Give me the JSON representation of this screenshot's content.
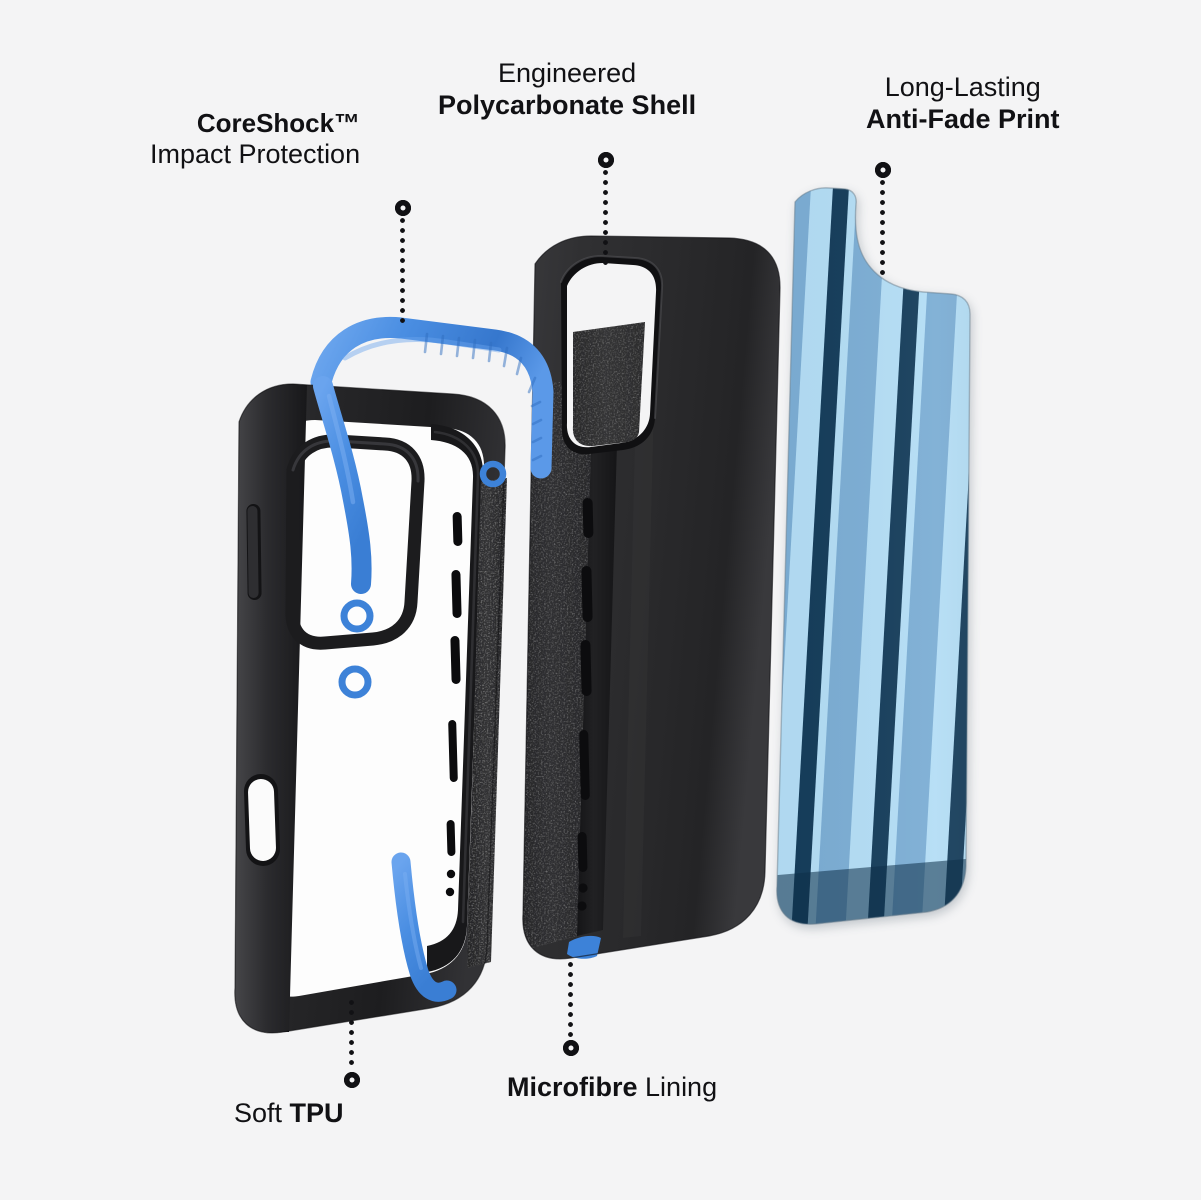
{
  "scene": {
    "title": "Phone case exploded component view",
    "background_color": "#f4f4f5"
  },
  "callouts": [
    {
      "id": "coreshock",
      "line_1": "CoreShock™",
      "line_1_weight": "bold",
      "line_2": "Impact Protection",
      "line_2_weight": "regular",
      "align": "right",
      "marker_position": "top",
      "points_to": "tpu-bumper-blue-ribbon"
    },
    {
      "id": "shell",
      "line_1": "Engineered",
      "line_1_weight": "regular",
      "line_2": "Polycarbonate Shell",
      "line_2_weight": "bold",
      "align": "center",
      "marker_position": "top",
      "points_to": "polycarbonate-shell"
    },
    {
      "id": "print",
      "line_1": "Long-Lasting",
      "line_1_weight": "regular",
      "line_2": "Anti-Fade Print",
      "line_2_weight": "bold",
      "align": "center",
      "marker_position": "top",
      "points_to": "printed-back-panel"
    },
    {
      "id": "tpu",
      "line_1_plain": "Soft ",
      "line_1_bold": "TPU",
      "align": "left",
      "marker_position": "bottom",
      "points_to": "tpu-bumper"
    },
    {
      "id": "microfibre",
      "line_1_bold": "Microfibre",
      "line_1_plain": " Lining",
      "align": "left",
      "marker_position": "bottom",
      "points_to": "microfibre-lining"
    }
  ],
  "colors": {
    "background": "#f4f4f5",
    "text": "#111114",
    "leader_line": "#111114",
    "tpu_blue": "#4a8ee2",
    "tpu_blue_dark": "#2f6dc0",
    "tpu_blue_light": "#6ba6ee",
    "bumper_black": "#1d1d1f",
    "bumper_black_light": "#3a3a3d",
    "shell_black": "#2b2b2d",
    "shell_black_dark": "#1a1a1c",
    "microfibre": "#2e2e30",
    "print_light_blue": "#b3ddf5",
    "print_mid_blue": "#7badd4",
    "print_navy": "#143c5a"
  },
  "parts": [
    {
      "id": "tpu-bumper",
      "name": "Soft TPU bumper frame",
      "features": [
        "blue impact ribbon",
        "camera cutout rim",
        "side button cutouts",
        "mute switch cutout",
        "blue accent rings"
      ]
    },
    {
      "id": "polycarbonate-shell",
      "name": "Engineered polycarbonate shell",
      "features": [
        "camera opening with raised rim",
        "microfibre lined interior",
        "speaker and port cutouts"
      ]
    },
    {
      "id": "printed-back-panel",
      "name": "Anti-fade printed back panel",
      "features": [
        "vertical stripe pattern",
        "camera module cutout"
      ]
    }
  ],
  "print_pattern": {
    "type": "vertical-stripes",
    "base_color": "#b3ddf5",
    "stripe_sequence": [
      "#143c5a",
      "#7badd4",
      "#b3ddf5"
    ],
    "stripe_count": 6
  }
}
